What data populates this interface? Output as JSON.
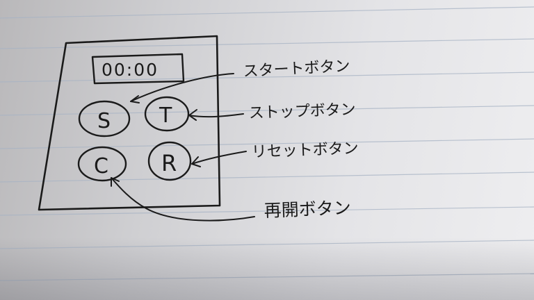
{
  "sketch": {
    "timer_display": "00:00",
    "buttons": {
      "start": "S",
      "stop": "T",
      "resume": "C",
      "reset": "R"
    },
    "annotations": {
      "start": "スタートボタン",
      "stop": "ストップボタン",
      "reset": "リセットボタン",
      "resume": "再開ボタン"
    }
  }
}
